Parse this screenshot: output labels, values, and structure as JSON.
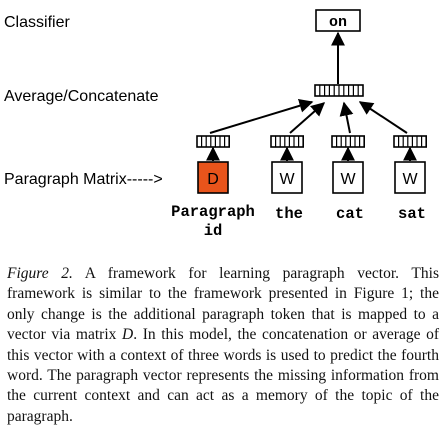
{
  "figure": {
    "labels": {
      "classifier": "Classifier",
      "average_concatenate": "Average/Concatenate",
      "paragraph_matrix": "Paragraph Matrix----->"
    },
    "output_word": "on",
    "paragraph_token": {
      "box_letter": "D",
      "label_line1": "Paragraph",
      "label_line2": "id",
      "fill_color": "#E8541B"
    },
    "context_words": [
      {
        "box_letter": "W",
        "word": "the"
      },
      {
        "box_letter": "W",
        "word": "cat"
      },
      {
        "box_letter": "W",
        "word": "sat"
      }
    ]
  },
  "caption": {
    "figure_label": "Figure 2.",
    "text_part1": "A framework for learning paragraph vector. This framework is similar to the framework presented in Figure 1; the only change is the additional paragraph token that is mapped to a vector via matrix",
    "matrix_symbol": "D",
    "text_part2": ". In this model, the concatenation or average of this vector with a context of three words is used to predict the fourth word. The paragraph vector represents the missing information from the current context and can act as a memory of the topic of the paragraph."
  }
}
